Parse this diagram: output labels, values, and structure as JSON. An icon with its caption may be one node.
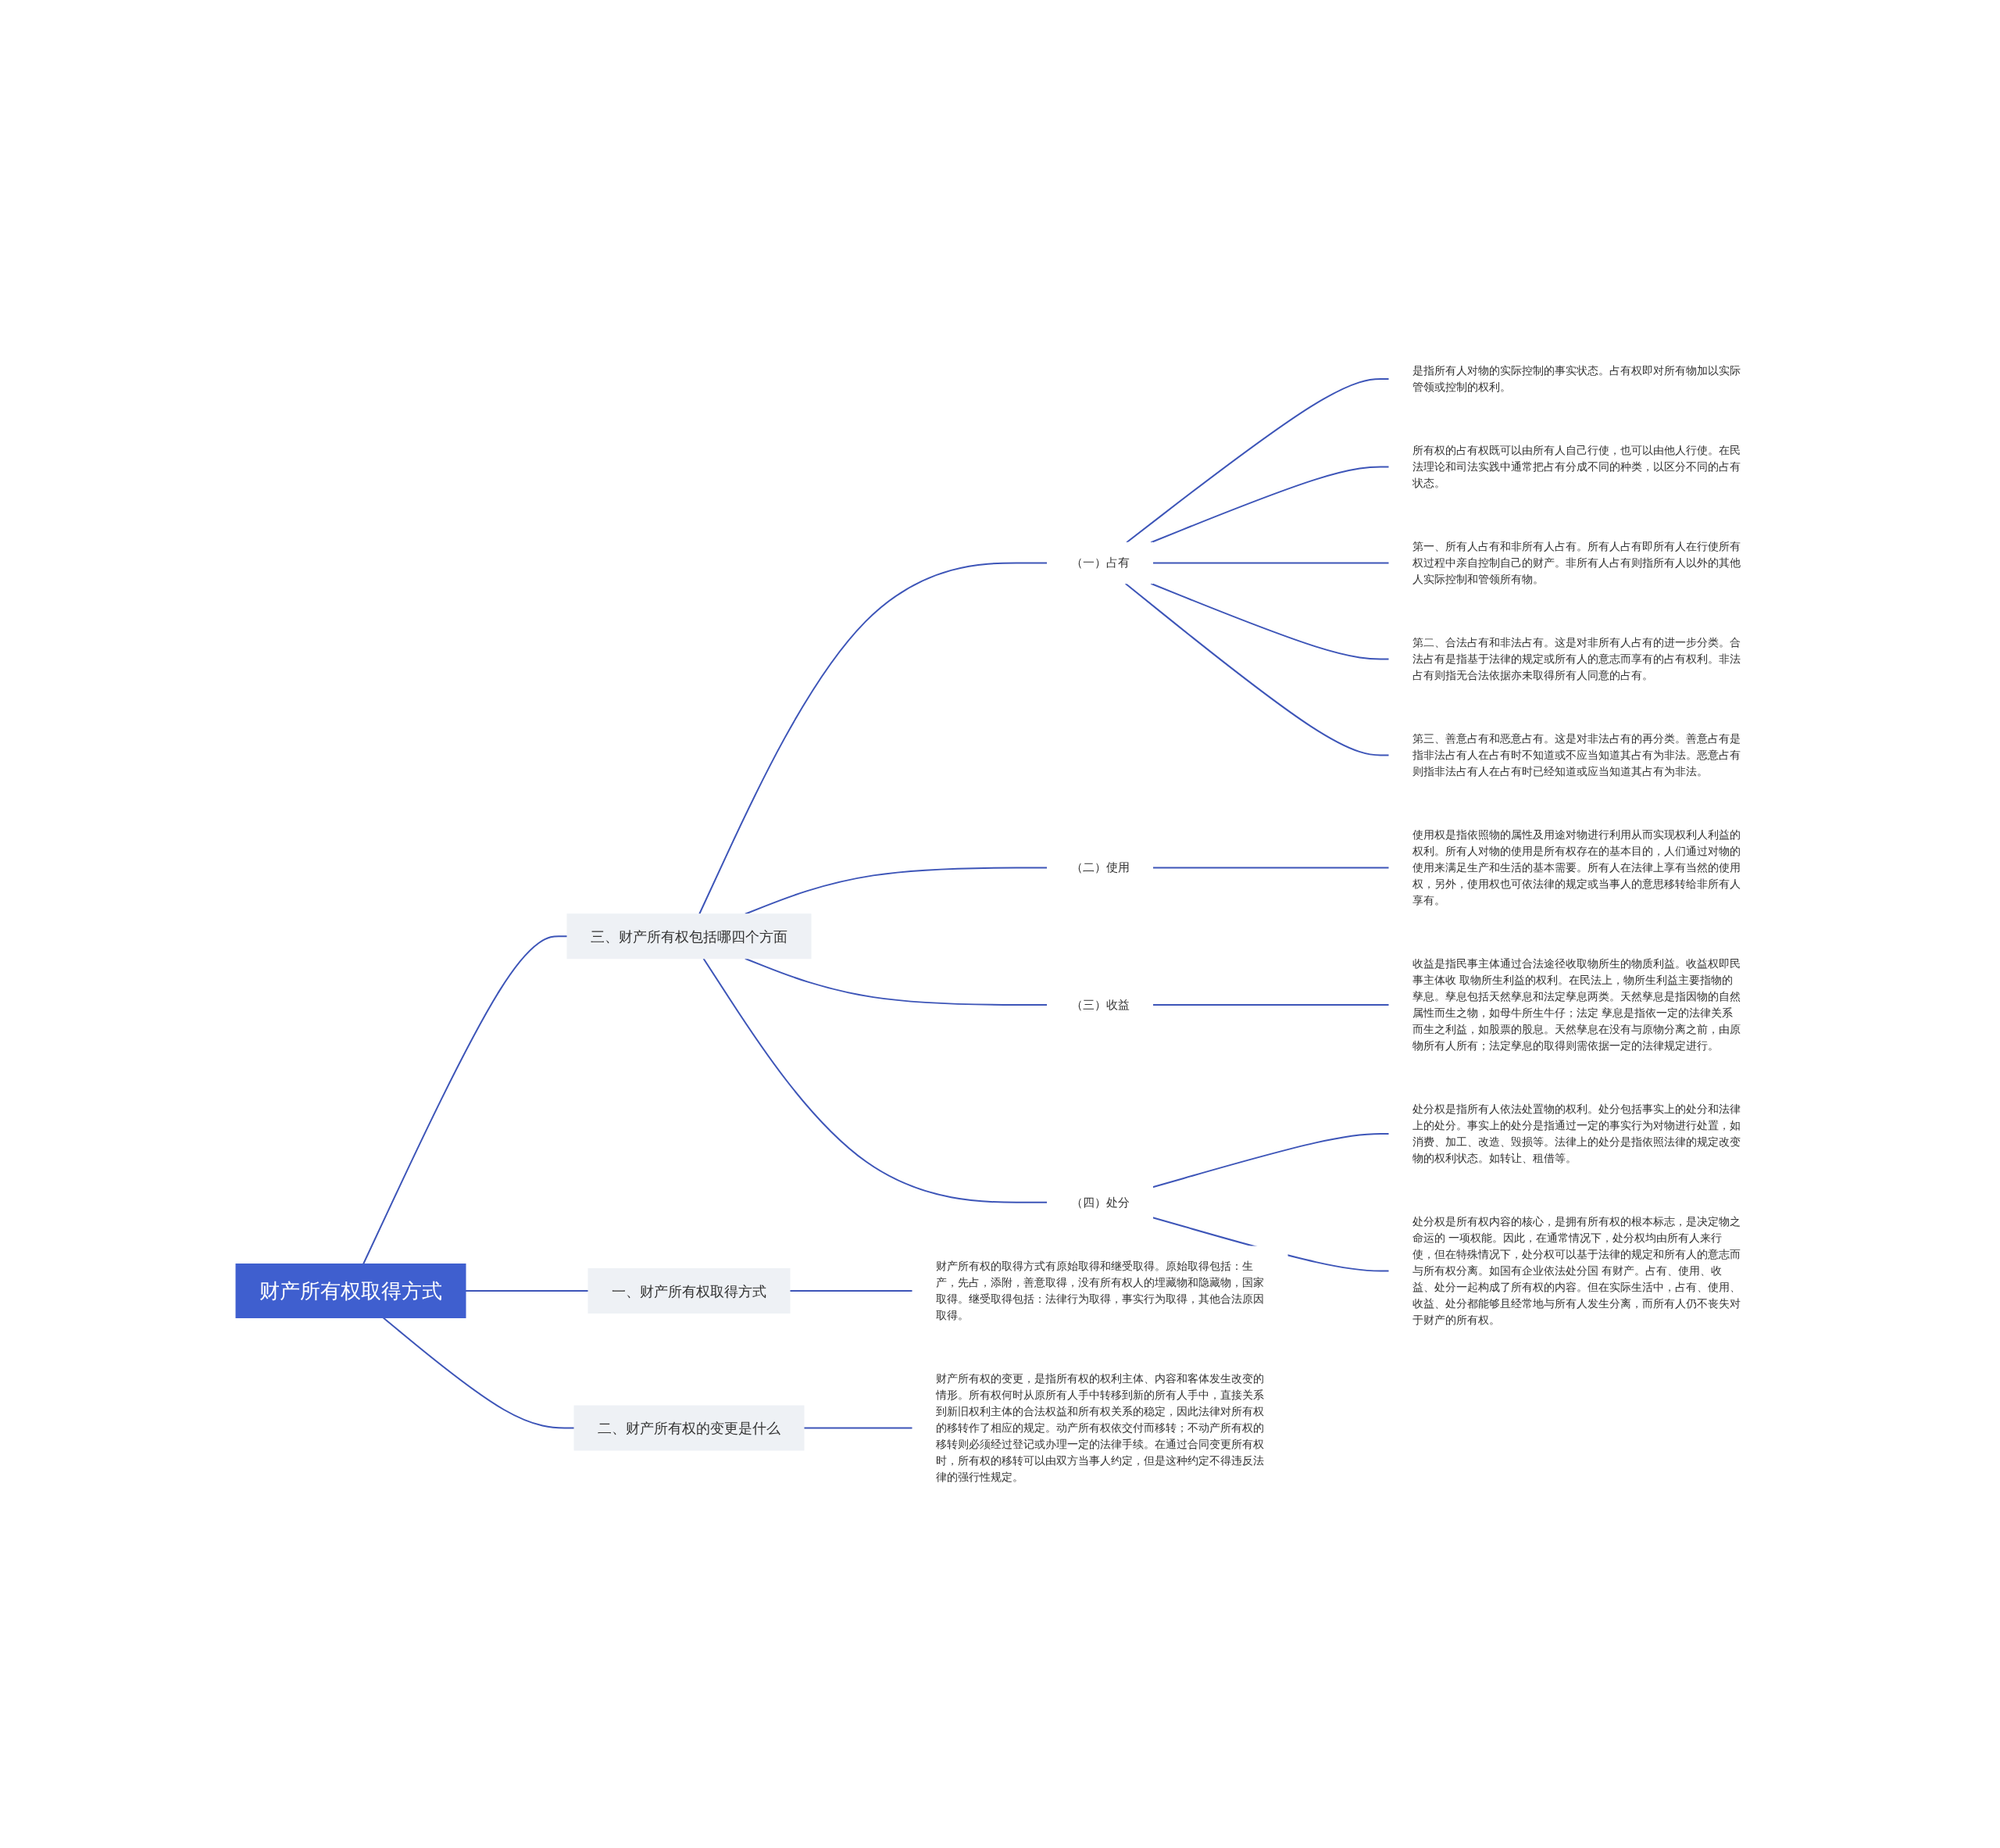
{
  "diagram": {
    "nodes": [
      {
        "text": [
          "财产所有权取得方式"
        ]
      },
      {
        "text": [
          "一、财产所有权取得方式"
        ]
      },
      {
        "text": [
          "财产所有权的取得方式有原始取得和继受取得。原始取得包括：生产，先占，添附，善意取得，没有所有权人的埋藏物和隐藏物，国家取得。继受取得包括：法律行为取得，事实行为取得，其他合法原因取得。"
        ]
      },
      {
        "text": [
          "二、财产所有权的变更是什么"
        ]
      },
      {
        "text": [
          "财产所有权的变更，是指所有权的权利主体、内容和客体发生改变的情形。所有权何时从原所有人手中转移到新的所有人手中，直接关系到新旧权利主体的合法权益和所有权关系的稳定，因此法律对所有权的移转作了相应的规定。动产所有权依交付而移转；不动产所有权的移转则必须经过登记或办理一定的法律手续。在通过合同变更所有权时，所有权的移转可以由双方当事人约定，但是这种约定不得违反法律的强行性规定。"
        ]
      },
      {
        "text": [
          "三、财产所有权包括哪四个方面"
        ]
      },
      {
        "text": [
          "（一）占有"
        ]
      },
      {
        "text": [
          "是指所有人对物的实际控制的事实状态。占有权即对所有物加以实际管领或控制的权利。"
        ]
      },
      {
        "text": [
          "所有权的占有权既可以由所有人自己行使，也可以由他人行使。在民法理论和司法实践中通常把占有分成不同的种类，以区分不同的占有状态。"
        ]
      },
      {
        "text": [
          "第一、所有人占有和非所有人占有。所有人占有即所有人在行使所有权过程中亲自控制自己的财产。非所有人占有则指所有人以外的其他人实际控制和管领所有物。"
        ]
      },
      {
        "text": [
          "第二、合法占有和非法占有。这是对非所有人占有的进一步分类。合法占有是指基于法律的规定或所有人的意志而享有的占有权利。非法占有则指无合法依据亦未取得所有人同意的占有。"
        ]
      },
      {
        "text": [
          "第三、善意占有和恶意占有。这是对非法占有的再分类。善意占有是指非法占有人在占有时不知道或不应当知道其占有为非法。恶意占有则指非法占有人在占有时已经知道或应当知道其占有为非法。"
        ]
      },
      {
        "text": [
          "（二）使用"
        ]
      },
      {
        "text": [
          "使用权是指依照物的属性及用途对物进行利用从而实现权利人利益的权利。所有人对物的使用是所有权存在的基本目的，人们通过对物的使用来满足生产和生活的基本需要。所有人在法律上享有当然的使用权，另外，使用权也可依法律的规定或当事人的意思移转给非所有人享有。"
        ]
      },
      {
        "text": [
          "（三）收益"
        ]
      },
      {
        "text": [
          "收益是指民事主体通过合法途径收取物所生的物质利益。收益权即民事主体收 取物所生利益的权利。在民法上，物所生利益主要指物的孳息。孳息包括天然孳息和法定孳息两类。天然孳息是指因物的自然属性而生之物，如母牛所生牛仔；法定 孳息是指依一定的法律关系而生之利益，如股票的股息。天然孳息在没有与原物分离之前，由原物所有人所有；法定孳息的取得则需依据一定的法律规定进行。"
        ]
      },
      {
        "text": [
          "（四）处分"
        ]
      },
      {
        "text": [
          "处分权是指所有人依法处置物的权利。处分包括事实上的处分和法律上的处分。事实上的处分是指通过一定的事实行为对物进行处置，如消费、加工、改造、毁损等。法律上的处分是指依照法律的规定改变物的权利状态。如转让、租借等。"
        ]
      },
      {
        "text": [
          "处分权是所有权内容的核心，是拥有所有权的根本标志，是决定物之命运的 一项权能。因此，在通常情况下，处分权均由所有人来行使，但在特殊情况下，处分权可以基于法律的规定和所有人的意志而与所有权分离。如国有企业依法处分国 有财产。占有、使用、收益、处分一起构成了所有权的内容。但在实际生活中，占有、使用、收益、处分都能够且经常地与所有人发生分离，而所有人仍不丧失对于财产的所有权。"
        ]
      }
    ],
    "edges": [
      {
        "from": 0,
        "to": 1,
        "arrow": "none"
      },
      {
        "from": 1,
        "to": 2,
        "arrow": "none"
      },
      {
        "from": 0,
        "to": 3,
        "arrow": "none"
      },
      {
        "from": 3,
        "to": 4,
        "arrow": "none"
      },
      {
        "from": 0,
        "to": 5,
        "arrow": "none"
      },
      {
        "from": 5,
        "to": 6,
        "arrow": "none"
      },
      {
        "from": 6,
        "to": 7,
        "arrow": "none"
      },
      {
        "from": 6,
        "to": 8,
        "arrow": "none"
      },
      {
        "from": 6,
        "to": 9,
        "arrow": "none"
      },
      {
        "from": 6,
        "to": 10,
        "arrow": "none"
      },
      {
        "from": 6,
        "to": 11,
        "arrow": "none"
      },
      {
        "from": 5,
        "to": 12,
        "arrow": "none"
      },
      {
        "from": 12,
        "to": 13,
        "arrow": "none"
      },
      {
        "from": 5,
        "to": 14,
        "arrow": "none"
      },
      {
        "from": 14,
        "to": 15,
        "arrow": "none"
      },
      {
        "from": 5,
        "to": 16,
        "arrow": "none"
      },
      {
        "from": 16,
        "to": 17,
        "arrow": "none"
      },
      {
        "from": 16,
        "to": 18,
        "arrow": "none"
      }
    ]
  }
}
